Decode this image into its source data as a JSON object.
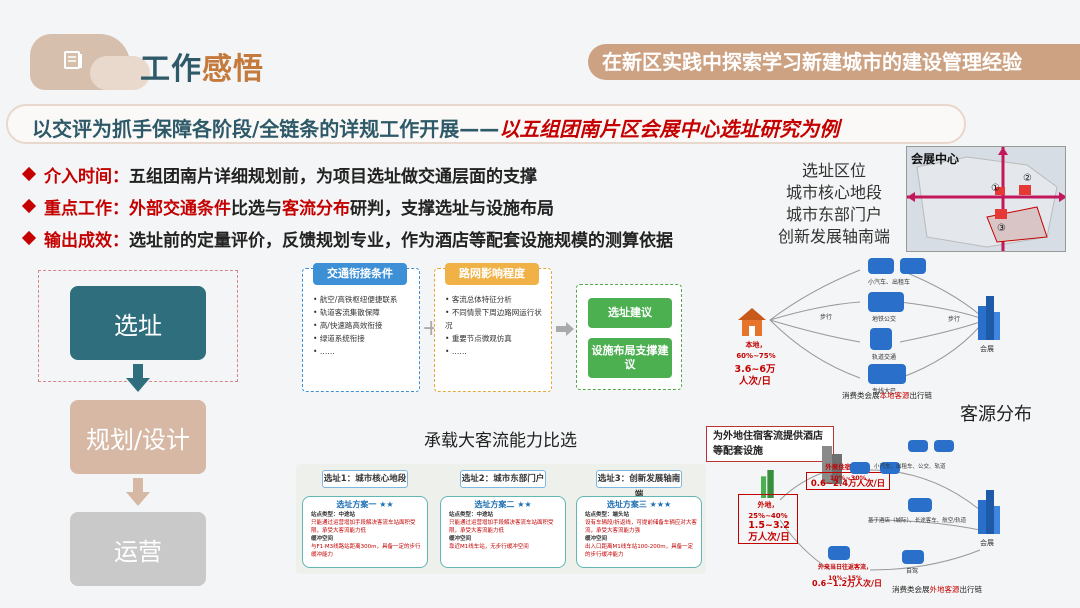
{
  "header": {
    "title_part1": "工作",
    "title_part2": "感悟",
    "banner": "在新区实践中探索学习新建城市的建设管理经验"
  },
  "subtitle": {
    "main": "以交评为抓手保障各阶段/全链条的详规工作开展——",
    "highlight": "以五组团南片区会展中心选址研究为例"
  },
  "bullets": [
    {
      "label": "介入时间：",
      "text": "五组团南片详细规划前，为项目选址做交通层面的支撑"
    },
    {
      "label": "重点工作：",
      "red1": "外部交通条件",
      "mid": "比选与",
      "red2": "客流分布",
      "tail": "研判，支撑选址与设施布局"
    },
    {
      "label": "输出成效：",
      "text": "选址前的定量评价，反馈规划专业，作为酒店等配套设施规模的测算依据"
    }
  ],
  "location": {
    "lines": [
      "选址区位",
      "城市核心地段",
      "城市东部门户",
      "创新发展轴南端"
    ],
    "map_title": "会展中心",
    "markers": [
      "①",
      "②",
      "③"
    ]
  },
  "flow": [
    "选址",
    "规划/设计",
    "运营"
  ],
  "panels": {
    "traffic": {
      "title": "交通衔接条件",
      "items": [
        "航空/高铁枢纽便捷联系",
        "轨道客流集散保障",
        "高/快速路高效衔接",
        "绿道系统衔接",
        "……"
      ]
    },
    "network": {
      "title": "路网影响程度",
      "items": [
        "客流总体特征分析",
        "不同情景下周边路网运行状况",
        "重要节点微观仿真",
        "……"
      ]
    },
    "outputs": [
      "选址建议",
      "设施布局支撑建议"
    ]
  },
  "capacity_title": "承载大客流能力比选",
  "options": [
    {
      "head": "选址1：城市核心地段",
      "name": "选址方案一",
      "stars": "★★",
      "type_label": "站点类型：",
      "type_val": "中途站",
      "desc": "只能通过运营增加手段解决客流车站面积受限，承受大客流能力低",
      "buffer_label": "缓冲空间",
      "buffer": "与F1·M3线路站距离300m，具备一定的步行缓冲能力"
    },
    {
      "head": "选址2：城市东部门户",
      "name": "选址方案二",
      "stars": "★★",
      "type_label": "站点类型：",
      "type_val": "中途站",
      "desc": "只能通过运营增加手段解决客流车站面积受限，承受大客流能力低",
      "buffer_label": "缓冲空间",
      "buffer": "靠近M1线车站，无步行缓冲空间"
    },
    {
      "head": "选址3：创新发展轴南端",
      "name": "选址方案三",
      "stars": "★★★",
      "type_label": "站点类型：",
      "type_val": "端头站",
      "desc": "设有车辆段/折返线，可提前储备车辆应对大客流，承受大客流能力强",
      "buffer_label": "缓冲空间",
      "buffer": "出入口距离M1线车站100-200m，具备一定的步行缓冲能力"
    }
  ],
  "local_flow": {
    "ratio": "本地，60%~75%",
    "volume": "3.6~6万人次/日",
    "modes": [
      "小汽车、出租车",
      "地铁公交",
      "轨道交通",
      "专线大巴"
    ],
    "ways": [
      "步行",
      "步行"
    ],
    "dest": "会展",
    "chain_prefix": "消费类会展",
    "chain_red": "本地客源",
    "chain_suffix": "出行链"
  },
  "source_title": "客源分布",
  "remote_flow": {
    "note": "为外地住宿客流提供酒店等配套设施",
    "hotel_ratio": "外来住宿客流，10%~30%",
    "hotel_volume": "0.6~2.4万人次/日",
    "remote_ratio": "外地，25%~40%",
    "remote_volume": "1.5~3.2万人次/日",
    "day_ratio": "外来当日往返客流，10%~15%",
    "day_volume": "0.6~1.2万人次/日",
    "modes": [
      "小汽车、出租车、公交、轨道",
      "基于酒店（城际）、长途客车、航空/轨道",
      "自驾"
    ],
    "dest": "会展",
    "chain_prefix": "消费类会展",
    "chain_red": "外地客源",
    "chain_suffix": "出行链"
  },
  "colors": {
    "teal": "#2f6f7d",
    "accent": "#c47a3d",
    "red": "#c40000",
    "banner": "#cda283"
  }
}
